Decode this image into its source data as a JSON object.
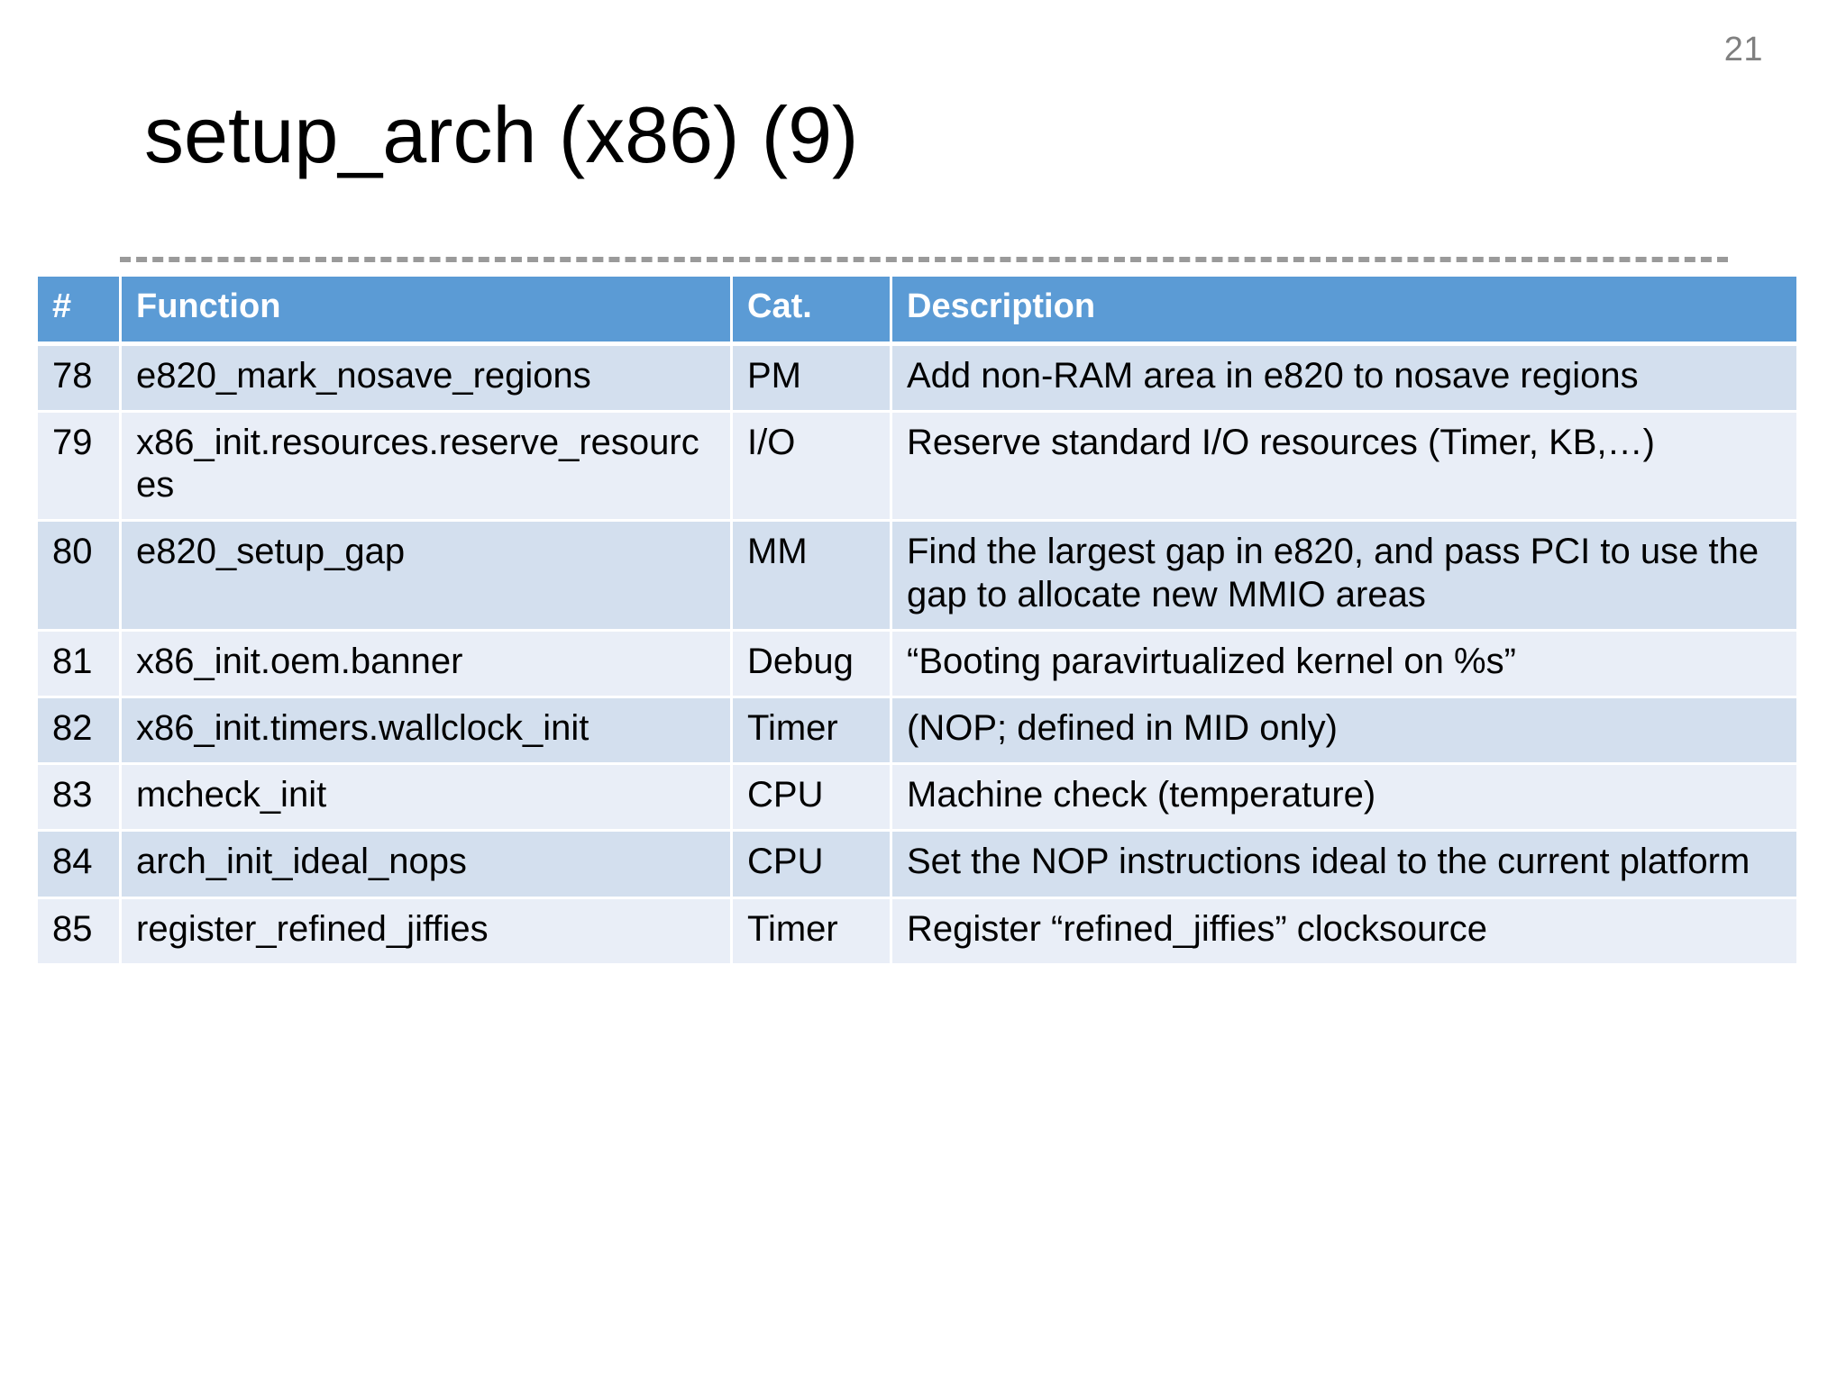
{
  "slide": {
    "page_number": "21",
    "title": "setup_arch (x86) (9)",
    "accent_color": "#5b9bd5",
    "band_a_color": "#d3dfee",
    "band_b_color": "#e9eef7",
    "page_number_color": "#808080"
  },
  "table": {
    "headers": [
      "#",
      "Function",
      "Cat.",
      "Description"
    ],
    "rows": [
      {
        "num": "78",
        "function": "e820_mark_nosave_regions",
        "cat": "PM",
        "description": "Add non-RAM area in e820 to nosave regions"
      },
      {
        "num": "79",
        "function": "x86_init.resources.reserve_resources",
        "cat": "I/O",
        "description": "Reserve standard I/O resources (Timer, KB,…)"
      },
      {
        "num": "80",
        "function": "e820_setup_gap",
        "cat": "MM",
        "description": "Find the largest gap in e820, and pass PCI to use the gap to allocate new MMIO areas"
      },
      {
        "num": "81",
        "function": "x86_init.oem.banner",
        "cat": "Debug",
        "description": "“Booting paravirtualized kernel on %s”"
      },
      {
        "num": "82",
        "function": "x86_init.timers.wallclock_init",
        "cat": "Timer",
        "description": "(NOP; defined in MID only)"
      },
      {
        "num": "83",
        "function": "mcheck_init",
        "cat": "CPU",
        "description": "Machine check (temperature)"
      },
      {
        "num": "84",
        "function": "arch_init_ideal_nops",
        "cat": "CPU",
        "description": "Set the NOP instructions ideal to the current platform"
      },
      {
        "num": "85",
        "function": "register_refined_jiffies",
        "cat": "Timer",
        "description": "Register “refined_jiffies” clocksource"
      }
    ]
  }
}
